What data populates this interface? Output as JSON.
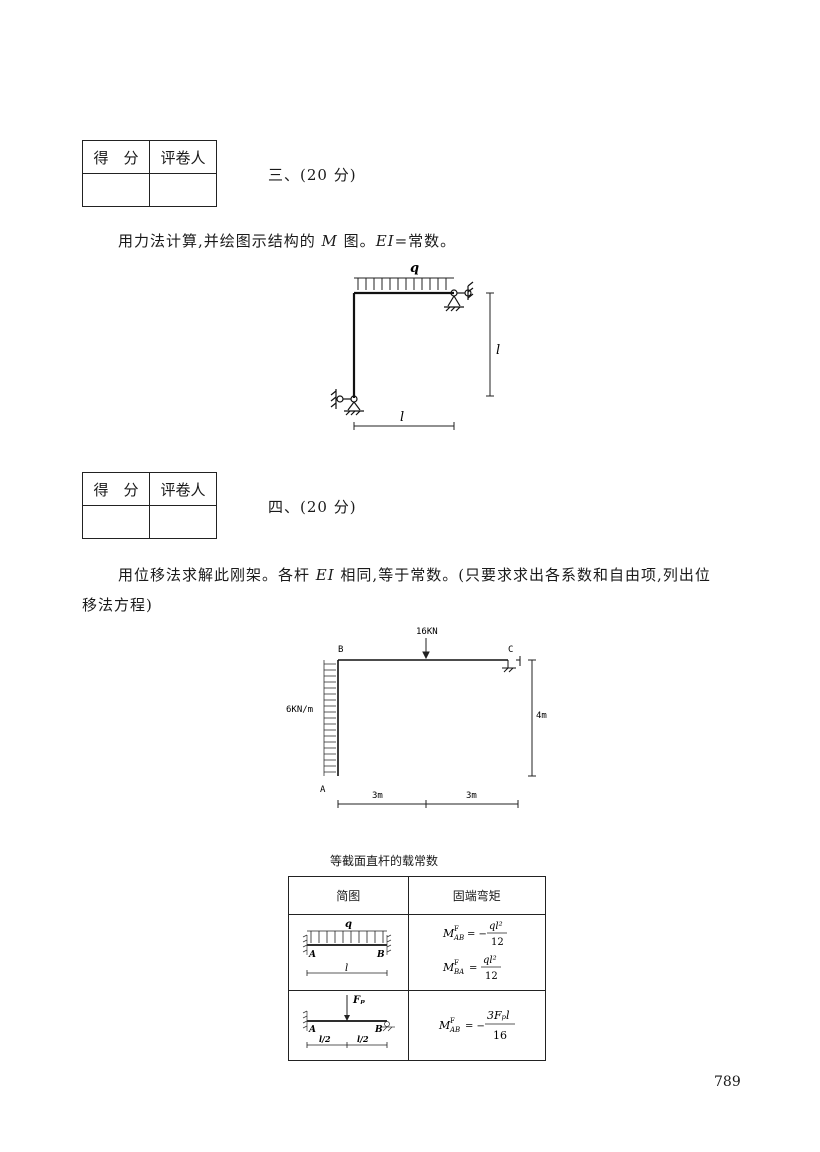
{
  "score_table": {
    "score_label": "得　分",
    "grader_label": "评卷人"
  },
  "q3": {
    "heading": "三、(20 分)",
    "text_before": "用力法计算,并绘图示结构的 ",
    "text_m": "M",
    "text_middle": " 图。",
    "text_ei": "EI",
    "text_after": "=常数。",
    "figure": {
      "load_label": "q",
      "dim_horizontal": "l",
      "dim_vertical": "l"
    }
  },
  "q4": {
    "heading": "四、(20 分)",
    "text_before": "用位移法求解此刚架。各杆 ",
    "text_ei": "EI",
    "text_after": " 相同,等于常数。(只要求求出各系数和自由项,列出位",
    "text_line2": "移法方程)",
    "figure": {
      "node_a": "A",
      "node_b": "B",
      "node_c": "C",
      "point_load": "16KN",
      "distributed_load": "6KN/m",
      "dim_left": "3m",
      "dim_right": "3m",
      "dim_height": "4m"
    }
  },
  "reference_table": {
    "title": "等截面直杆的载常数",
    "col1_header": "简图",
    "col2_header": "固端弯矩",
    "row1": {
      "load": "q",
      "end_a": "A",
      "end_b": "B",
      "span": "l",
      "f1_lhs": "M",
      "f1_sup": "F",
      "f1_sub": "AB",
      "f1_sign": "= −",
      "f1_num": "ql²",
      "f1_den": "12",
      "f2_lhs": "M",
      "f2_sup": "F",
      "f2_sub": "BA",
      "f2_sign": "=",
      "f2_num": "ql²",
      "f2_den": "12"
    },
    "row2": {
      "load": "Fₚ",
      "end_a": "A",
      "end_b": "B",
      "half_left": "l/2",
      "half_right": "l/2",
      "f_lhs": "M",
      "f_sup": "F",
      "f_sub": "AB",
      "f_sign": "= −",
      "f_num": "3Fₚl",
      "f_den": "16"
    }
  },
  "page_number": "789"
}
